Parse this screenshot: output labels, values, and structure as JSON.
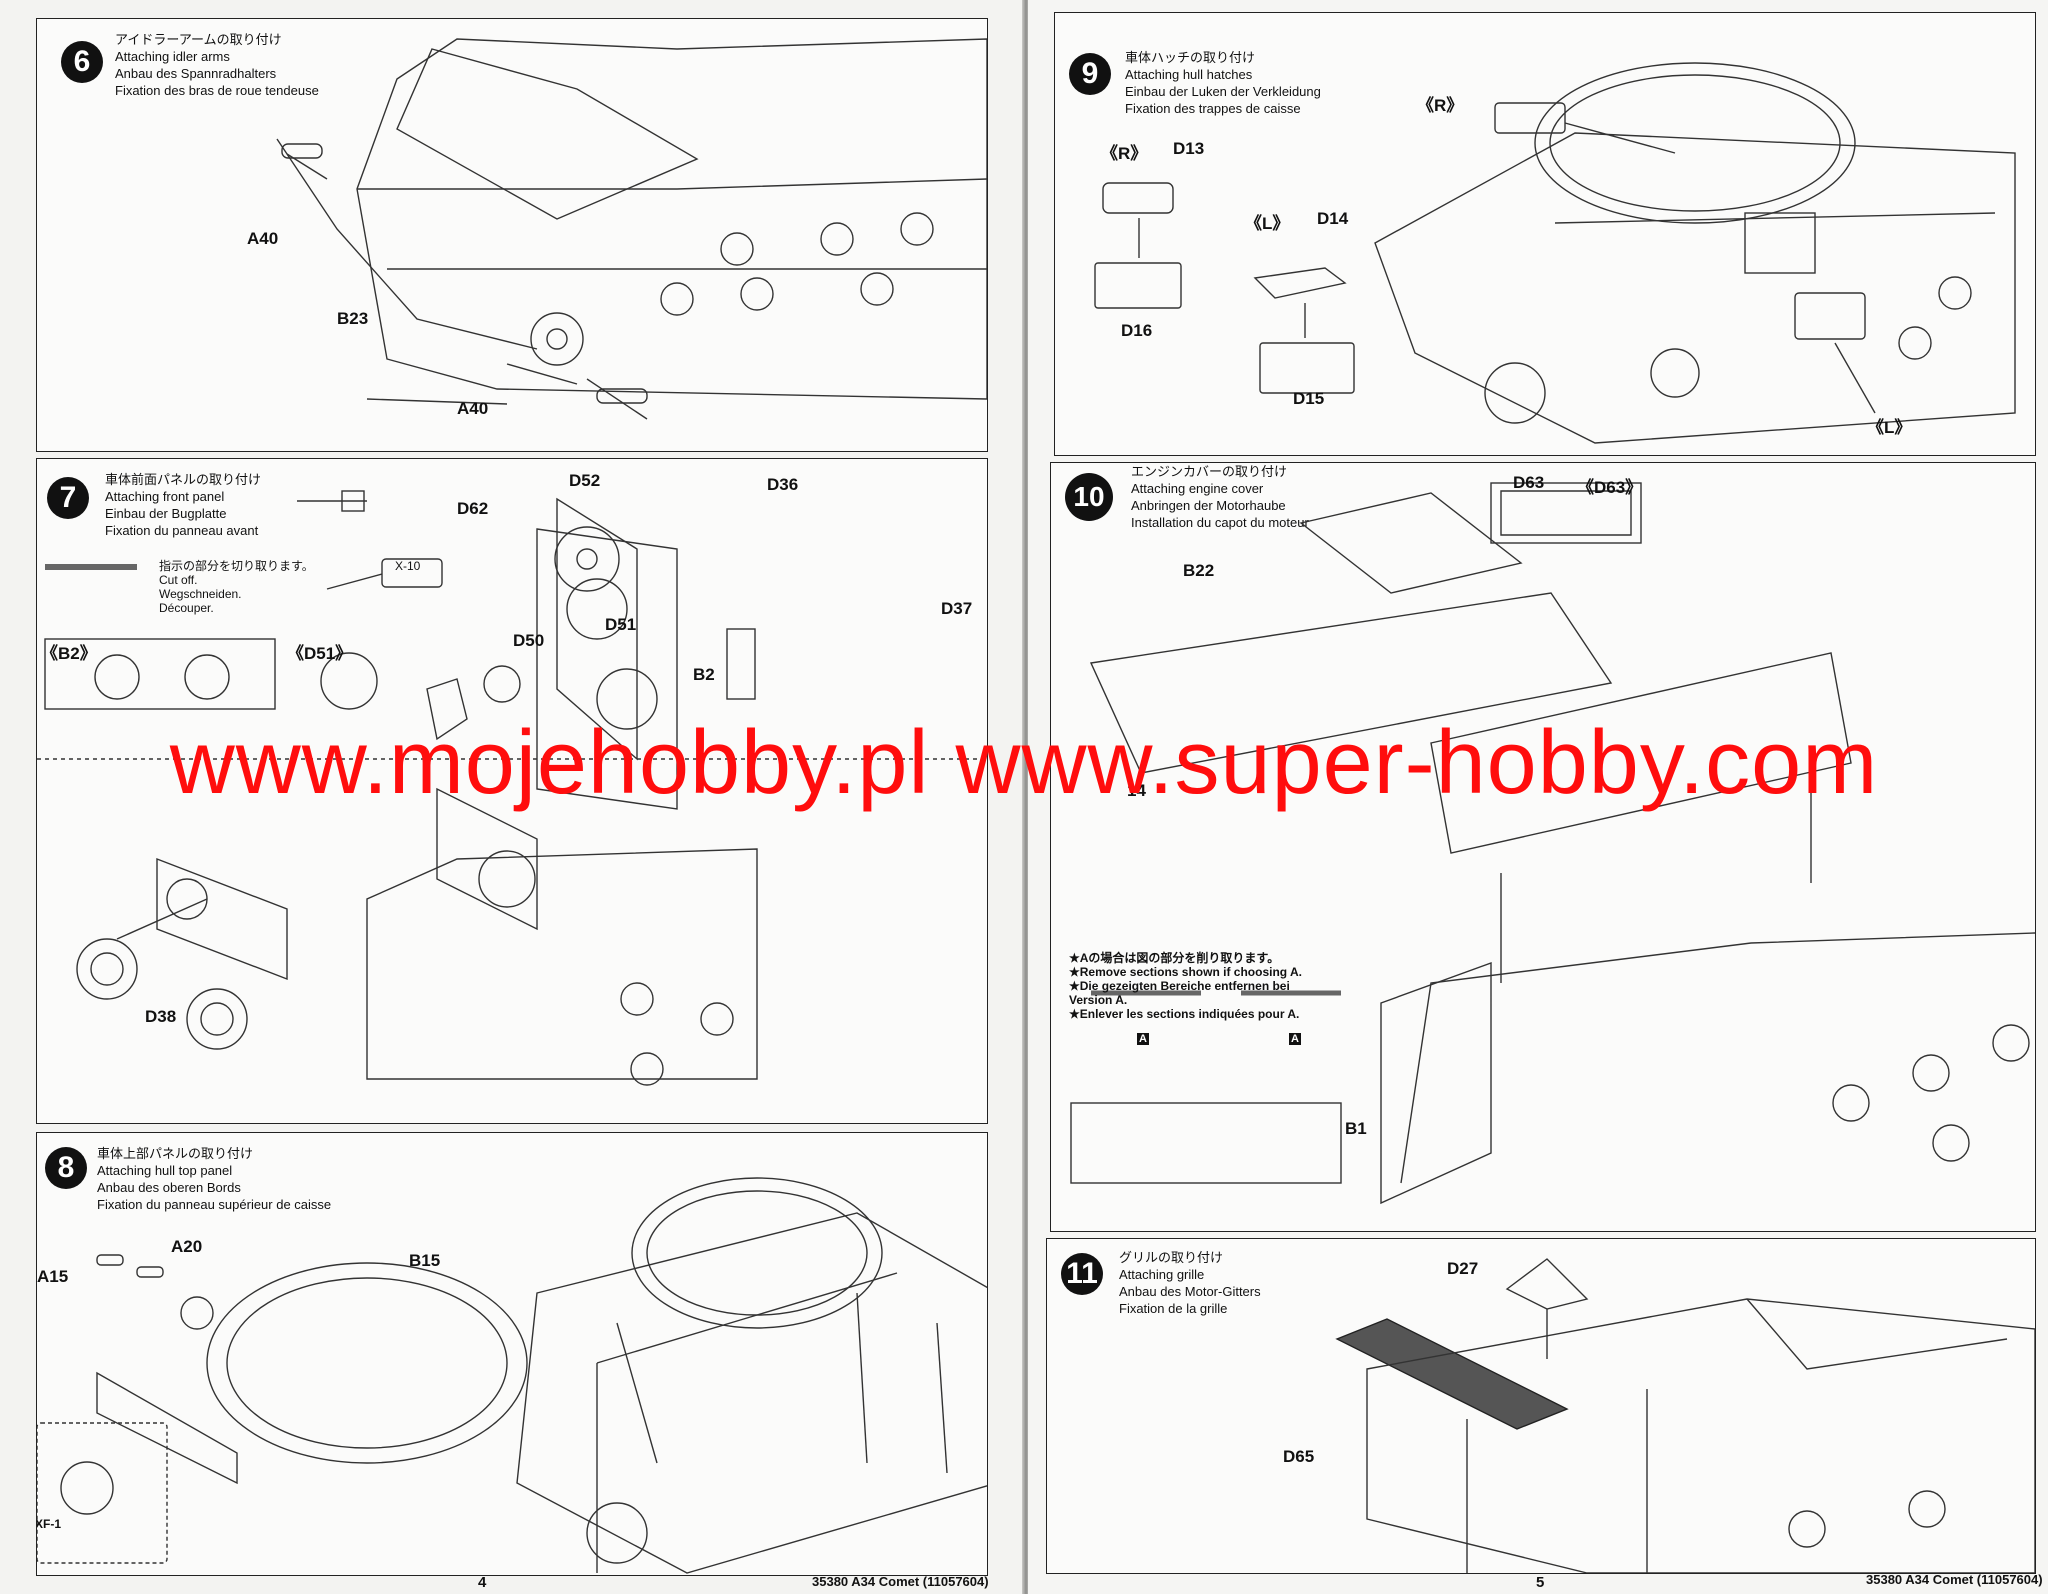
{
  "left_page": {
    "page_number": "4",
    "footer": "35380  A34 Comet (11057604)",
    "step6": {
      "number": "6",
      "title_ja": "アイドラーアームの取り付け",
      "title_en": "Attaching idler arms",
      "title_de": "Anbau des Spannradhalters",
      "title_fr": "Fixation des bras de roue tendeuse",
      "labels": [
        "A40",
        "B23",
        "A40"
      ]
    },
    "step7": {
      "number": "7",
      "title_ja": "車体前面パネルの取り付け",
      "title_en": "Attaching front panel",
      "title_de": "Einbau der Bugplatte",
      "title_fr": "Fixation du panneau avant",
      "cut_ja": "指示の部分を切り取ります。",
      "cut_en": "Cut off.",
      "cut_de": "Wegschneiden.",
      "cut_fr": "Découper.",
      "labels": [
        "D52",
        "D62",
        "X-10",
        "D36",
        "D37",
        "B2",
        "D51",
        "D50",
        "《B2》",
        "《D51》",
        "D38"
      ]
    },
    "step8": {
      "number": "8",
      "title_ja": "車体上部パネルの取り付け",
      "title_en": "Attaching hull top panel",
      "title_de": "Anbau des oberen Bords",
      "title_fr": "Fixation du panneau supérieur de caisse",
      "labels": [
        "A15",
        "A20",
        "B15",
        "XF-1"
      ]
    }
  },
  "right_page": {
    "page_number": "5",
    "footer": "35380  A34 Comet (11057604)",
    "step9": {
      "number": "9",
      "title_ja": "車体ハッチの取り付け",
      "title_en": "Attaching hull hatches",
      "title_de": "Einbau der Luken der Verkleidung",
      "title_fr": "Fixation des trappes de caisse",
      "labels": [
        "《R》",
        "D13",
        "D16",
        "《L》",
        "D14",
        "D15",
        "《R》",
        "《L》"
      ]
    },
    "step10": {
      "number": "10",
      "title_ja": "エンジンカバーの取り付け",
      "title_en": "Attaching engine cover",
      "title_de": "Anbringen der Motorhaube",
      "title_fr": "Installation du capot du moteur",
      "labels": [
        "D63",
        "《D63》",
        "B22",
        "14",
        "B1",
        "A",
        "A"
      ],
      "note_ja": "★Aの場合は図の部分を削り取ります。",
      "note_en": "★Remove sections shown if choosing A.",
      "note_de1": "★Die gezeigten Bereiche entfernen bei",
      "note_de2": "Version A.",
      "note_fr": "★Enlever les sections indiquées pour A."
    },
    "step11": {
      "number": "11",
      "title_ja": "グリルの取り付け",
      "title_en": "Attaching grille",
      "title_de": "Anbau des Motor-Gitters",
      "title_fr": "Fixation de la grille",
      "labels": [
        "D27",
        "D65"
      ]
    }
  },
  "watermark": "www.mojehobby.pl www.super-hobby.com"
}
